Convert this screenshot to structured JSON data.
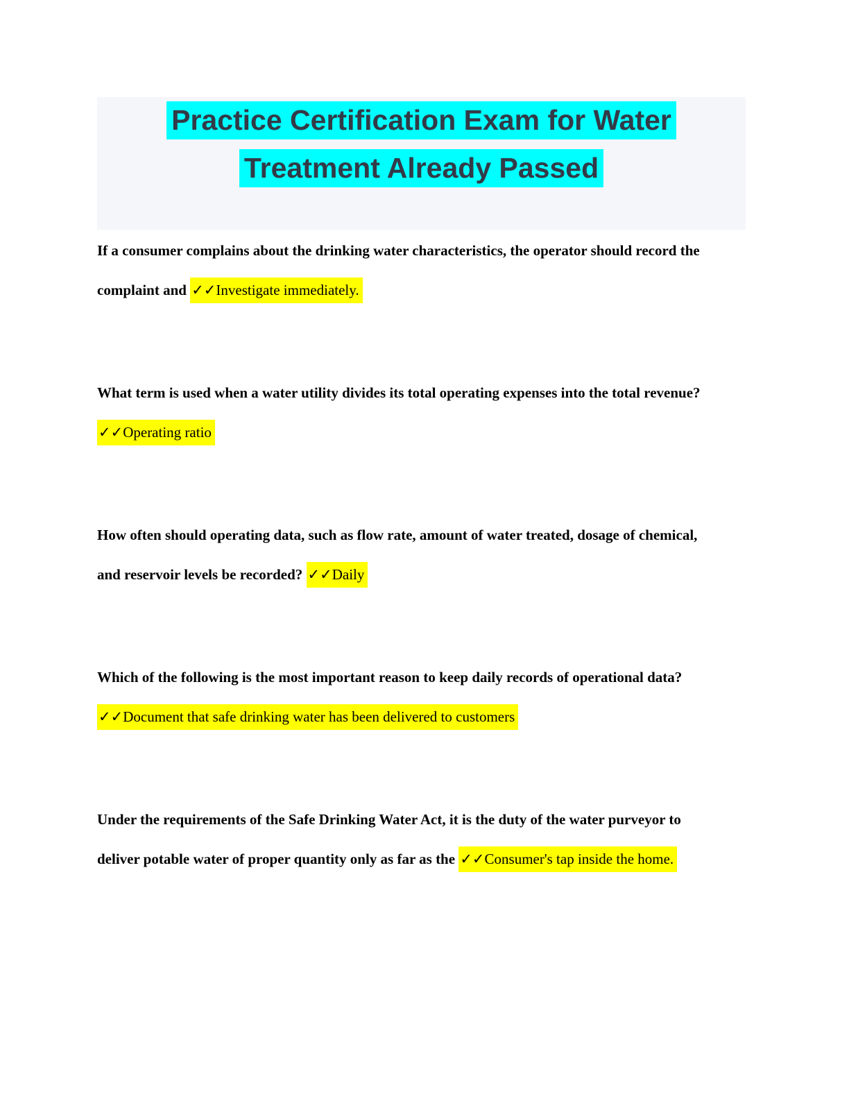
{
  "document": {
    "title": {
      "full": "Practice Certification Exam for Water Treatment Already Passed",
      "line1": "Practice Certification Exam for Water",
      "line2": "Treatment Already Passed"
    },
    "marks": {
      "double_check": "✓✓"
    },
    "colors": {
      "title_highlight": "#00ffff",
      "answer_highlight": "#ffff00",
      "title_text": "#333a47",
      "title_box_background": "#f5f6fa",
      "body_text": "#000000"
    },
    "questions": [
      {
        "line1": "If a consumer complains about the drinking water characteristics, the operator should record the",
        "line2_prefix": "complaint and ",
        "answer": "Investigate immediately."
      },
      {
        "line1": "What term is used when a water utility divides its total operating expenses into the total revenue?",
        "line2_prefix": "",
        "answer": "Operating ratio"
      },
      {
        "line1": "How often should operating data, such as flow rate, amount of water treated, dosage of chemical,",
        "line2_prefix": "and reservoir levels be recorded? ",
        "answer": "Daily"
      },
      {
        "line1": "Which of the following is the most important reason to keep daily records of operational data?",
        "line2_prefix": "",
        "answer": "Document that safe drinking water has been delivered to customers"
      },
      {
        "line1": "Under the requirements of the Safe Drinking Water Act, it is the duty of the water purveyor to",
        "line2_prefix": "deliver potable water of proper quantity only as far as the ",
        "answer": "Consumer's tap inside the home."
      }
    ]
  }
}
